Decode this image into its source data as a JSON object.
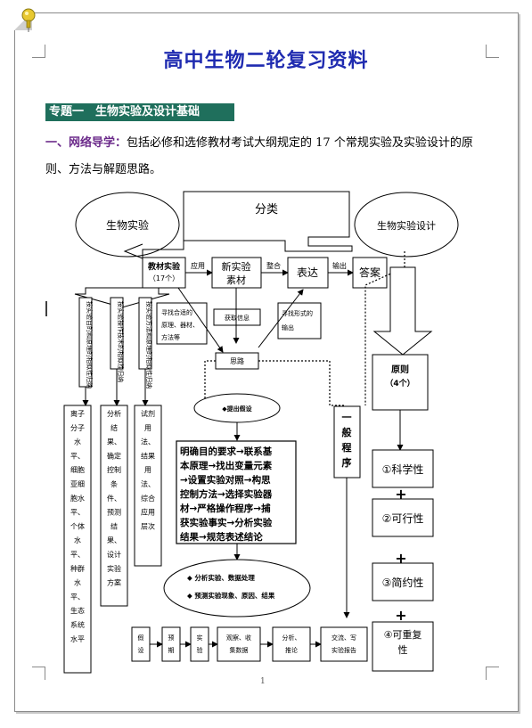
{
  "document": {
    "title": "高中生物二轮复习资料",
    "section_header": "专题一　生物实验及设计基础",
    "intro_lead": "一、网络导学：",
    "intro_text": "包括必修和选修教材考试大纲规定的 17 个常规实验及实验设计的原则、方法与解题思路。",
    "page_number": "1"
  },
  "diagram": {
    "ellipse_left": "生物实验",
    "ellipse_right": "生物实验设计",
    "classify": "分类",
    "box_textbook_1": "教材实验",
    "box_textbook_2": "（17个）",
    "edge_apply": "应用",
    "box_new_1": "新实验",
    "box_new_2": "素材",
    "edge_combine": "整合",
    "box_express": "表达",
    "edge_output": "输出",
    "box_answer": "答案",
    "col1": "按实验目的和原理的相似性归纳",
    "col2": "按实验操作技术的相似性归纳",
    "col3": "按实验方法和原理的相似性归纳",
    "note1": [
      "寻找合适的",
      "原理、器材、",
      "方法等"
    ],
    "note2": "获取信息",
    "note3": [
      "寻找形式的",
      "输出"
    ],
    "box_thinking": "思路",
    "ellipse_idea": "◆提出假设",
    "steps": [
      "明确目的要求→联系基",
      "本原理→找出变量元素",
      "→设置实验对照→构思",
      "控制方法→选择实验器",
      "材→严格操作程序→捕",
      "获实验事实→分析实验",
      "结果→规范表述结论"
    ],
    "ellipse_analysis_1": "◆ 分析实验、数据处理",
    "ellipse_analysis_2": "◆ 预测实验现象、原因、结果",
    "list1": [
      "离子",
      "分子",
      "水",
      "平、",
      "细胞",
      "亚细",
      "胞水",
      "平、",
      "个体",
      "水",
      "平、",
      "种群",
      "水",
      "平、",
      "生态",
      "系统",
      "水平"
    ],
    "list2": [
      "分析",
      "结",
      "果、",
      "确定",
      "控制",
      "条",
      "件、",
      "预测",
      "结",
      "果、",
      "设计",
      "实验",
      "方案"
    ],
    "list3": [
      "试剂",
      "用",
      "法、",
      "结果",
      "用",
      "法、",
      "综合",
      "应用",
      "层次"
    ],
    "general_procedure": [
      "一",
      "般",
      "程",
      "序"
    ],
    "principles_title": "原则",
    "principles_count": "（4个）",
    "principles": [
      "①科学性",
      "②可行性",
      "③简约性",
      "④可重复",
      "性"
    ],
    "plus": "+",
    "flow_bottom": [
      "假设",
      "预期",
      "实验",
      "观察、收集数据",
      "分析、推论",
      "交流、写实验报告"
    ]
  }
}
